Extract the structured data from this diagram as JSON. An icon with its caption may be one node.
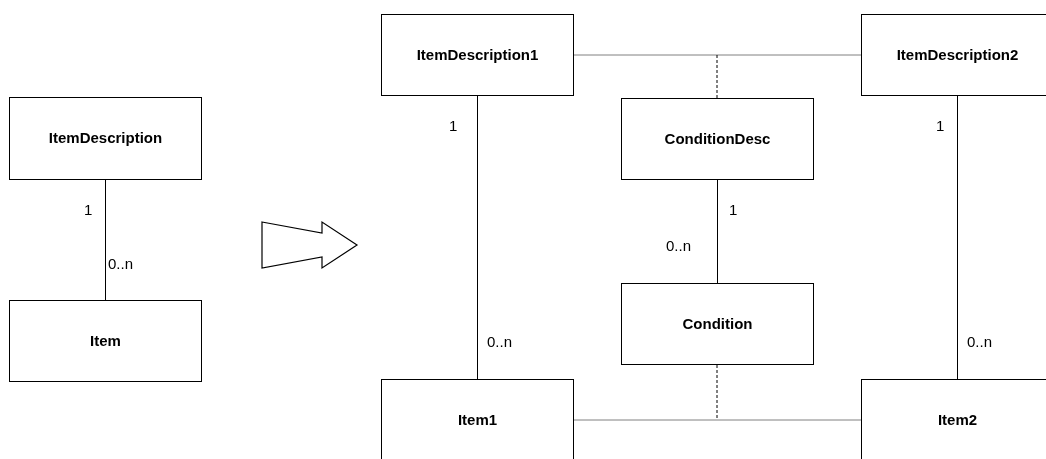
{
  "diagram": {
    "nodes": [
      {
        "text": [
          "ItemDescription"
        ]
      },
      {
        "text": [
          "Item"
        ]
      },
      {
        "text": [
          "ItemDescription1"
        ]
      },
      {
        "text": [
          "ItemDescription2"
        ]
      },
      {
        "text": [
          "ConditionDesc"
        ]
      },
      {
        "text": [
          "Condition"
        ]
      },
      {
        "text": [
          "Item1"
        ]
      },
      {
        "text": [
          "Item2"
        ]
      }
    ],
    "edges": [
      {
        "from": 0,
        "to": 1,
        "arrow": "none"
      },
      {
        "from": 2,
        "to": 3,
        "arrow": "none",
        "color": "#808080"
      },
      {
        "from": 4,
        "to": null,
        "arrow": "none",
        "style": "dashed"
      },
      {
        "from": 2,
        "to": 6,
        "arrow": "none"
      },
      {
        "from": 3,
        "to": 7,
        "arrow": "none"
      },
      {
        "from": 4,
        "to": 5,
        "arrow": "none"
      },
      {
        "from": 6,
        "to": 7,
        "arrow": "none",
        "color": "#808080"
      },
      {
        "from": 5,
        "to": null,
        "arrow": "none",
        "style": "dashed"
      }
    ],
    "labels": [
      "1",
      "1",
      "1",
      "1",
      "0..n",
      "0..n",
      "0..n",
      "0..n"
    ]
  }
}
